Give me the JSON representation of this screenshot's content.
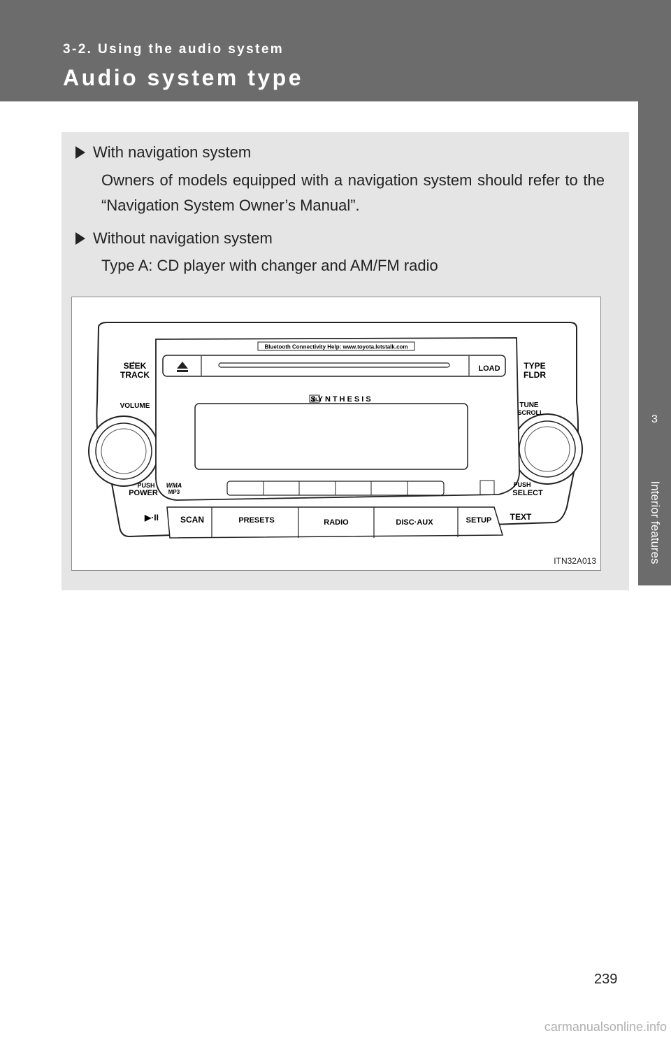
{
  "header": {
    "section_label": "3-2. Using the audio system",
    "title": "Audio system type"
  },
  "side_tab": {
    "chapter_number": "3",
    "chapter_label": "Interior features"
  },
  "content": {
    "bullet1": "With navigation system",
    "bullet1_text": "Owners of models equipped with a navigation system should refer to the “Navigation System Owner’s Manual”.",
    "bullet2": "Without navigation system",
    "bullet2_text": "Type A: CD player with changer and AM/FM radio"
  },
  "figure": {
    "id": "ITN32A013",
    "labels": {
      "bluetooth": "Bluetooth Connectivity Help: www.toyota.letstalk.com",
      "seek_track": [
        "SEEK",
        "TRACK"
      ],
      "type_fldr": [
        "TYPE",
        "FLDR"
      ],
      "load": "LOAD",
      "volume": "VOLUME",
      "tune_scroll": [
        "TUNE",
        "SCROLL"
      ],
      "push_power": [
        "PUSH",
        "POWER"
      ],
      "push_select": [
        "PUSH",
        "SELECT"
      ],
      "synthesis": "SYNTHESIS",
      "jbl": "JBL",
      "wma": "WMA",
      "mp3": "MP3",
      "play_pause": "▶·II",
      "scan": "SCAN",
      "presets": "PRESETS",
      "radio": "RADIO",
      "disc_aux": "DISC·AUX",
      "setup": "SETUP",
      "text": "TEXT"
    }
  },
  "page_number": "239",
  "watermark": "carmanualsonline.info"
}
